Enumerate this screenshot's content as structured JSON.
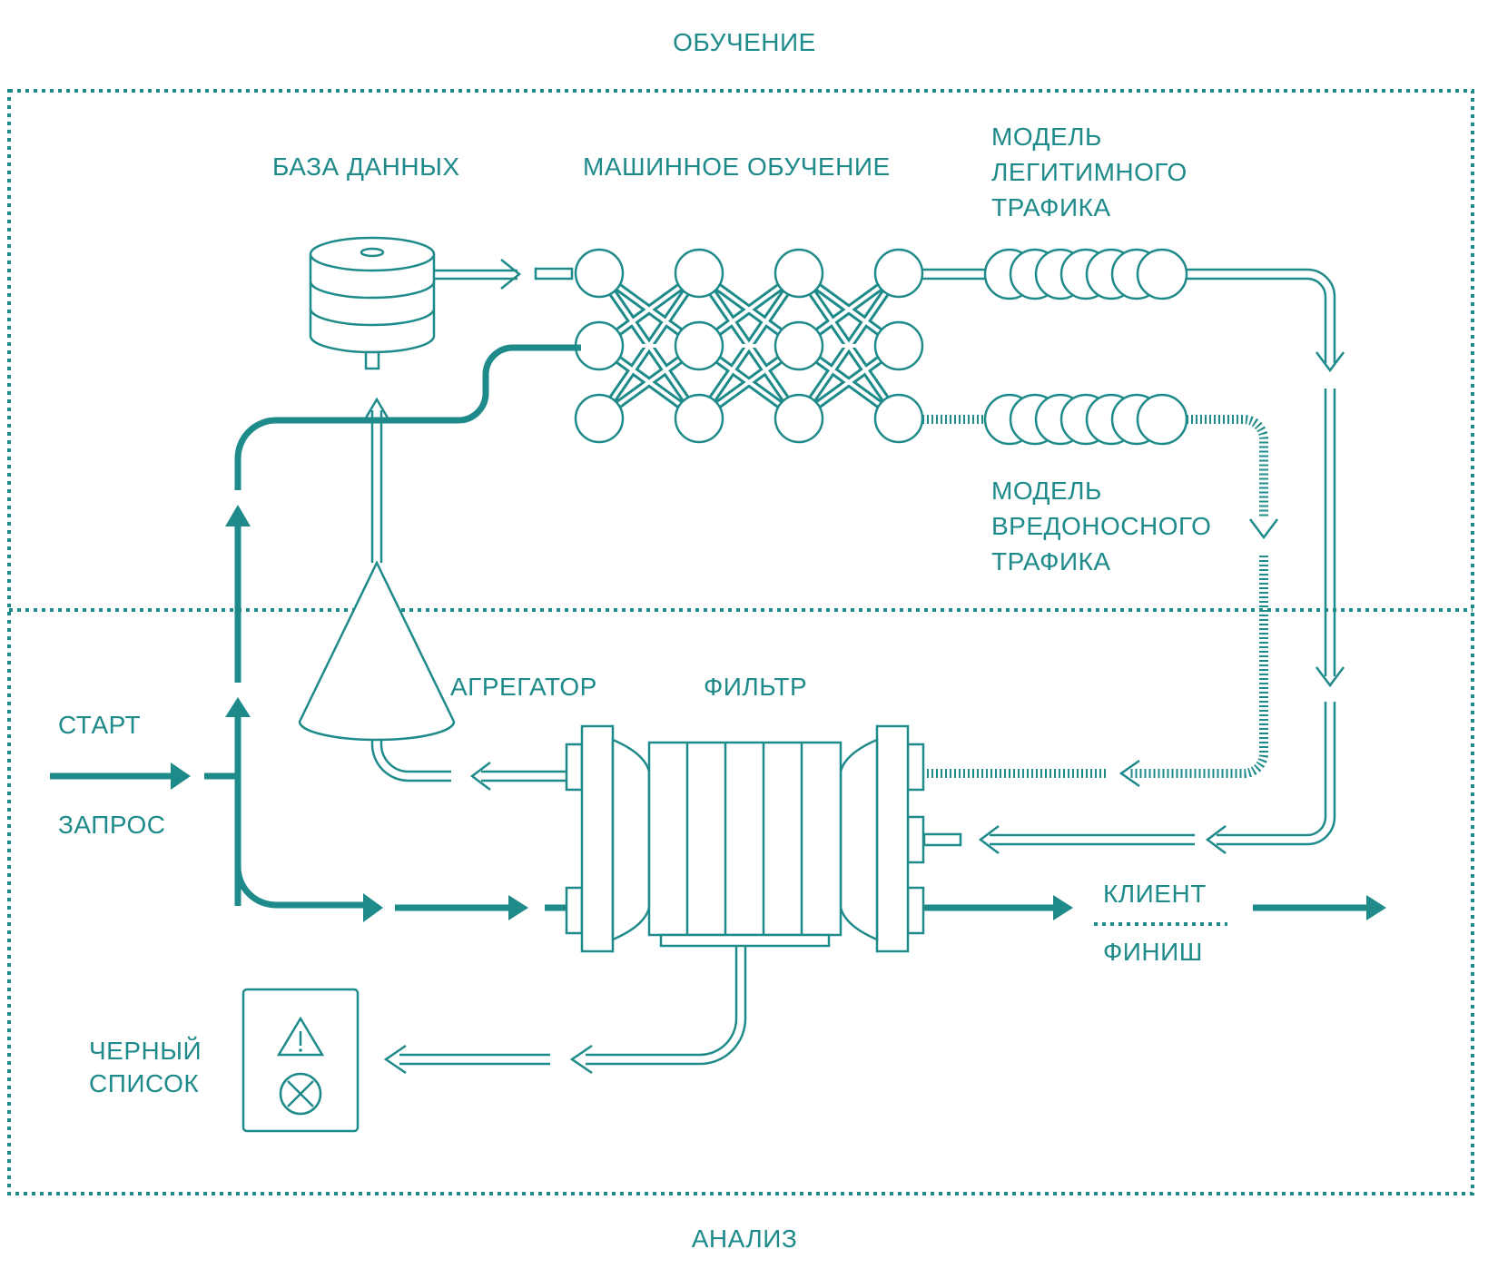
{
  "zones": {
    "top": "ОБУЧЕНИЕ",
    "bottom": "АНАЛИЗ"
  },
  "labels": {
    "database": "БАЗА ДАННЫХ",
    "ml": "МАШИННОЕ ОБУЧЕНИЕ",
    "legit_model": [
      "МОДЕЛЬ",
      "ЛЕГИТИМНОГО",
      "ТРАФИКА"
    ],
    "malicious_model": [
      "МОДЕЛЬ",
      "ВРЕДОНОСНОГО",
      "ТРАФИКА"
    ],
    "aggregator": "АГРЕГАТОР",
    "filter": "ФИЛЬТР",
    "start": "СТАРТ",
    "request": "ЗАПРОС",
    "client": "КЛИЕНТ",
    "finish": "ФИНИШ",
    "blacklist": [
      "ЧЕРНЫЙ",
      "СПИСОК"
    ]
  },
  "icons": {
    "database": "database-icon",
    "network": "neural-network-icon",
    "aggregator": "funnel-icon",
    "filter": "filter-icon",
    "warning": "warning-icon",
    "block": "block-x-icon"
  },
  "colors": {
    "primary": "#1f8a8a",
    "background": "#ffffff"
  }
}
